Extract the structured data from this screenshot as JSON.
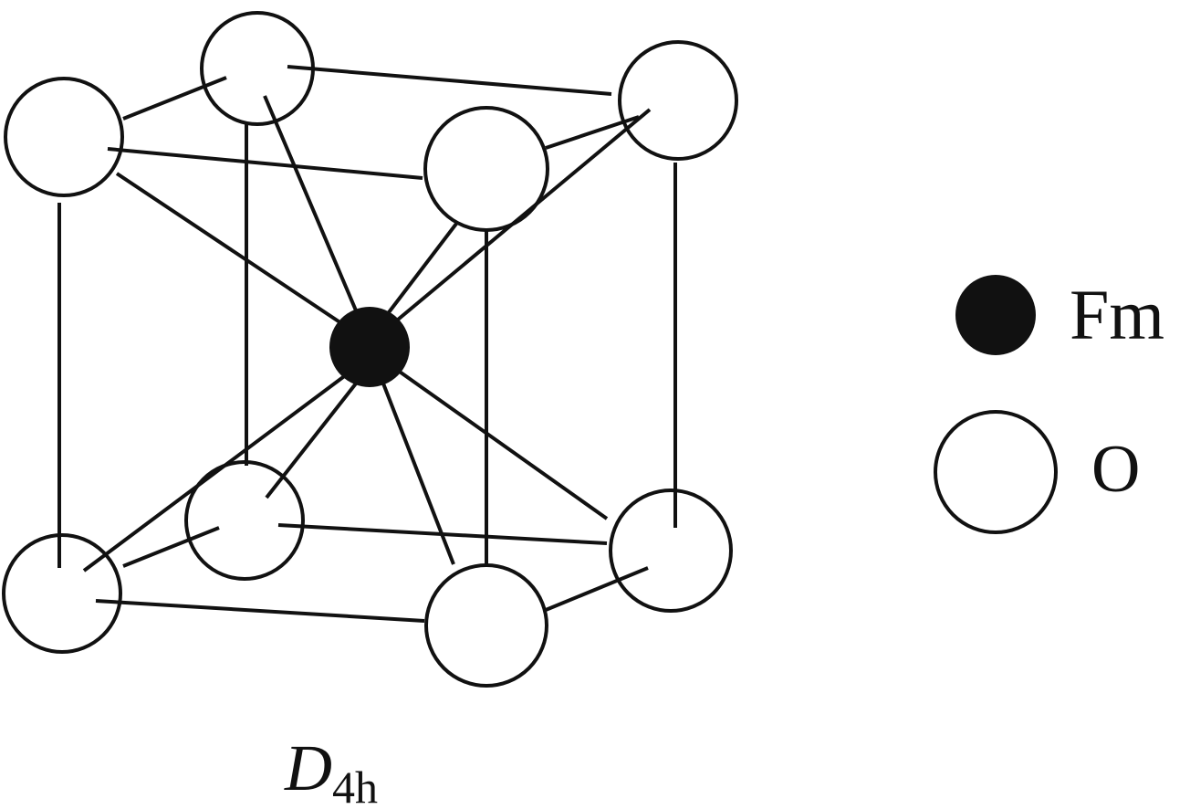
{
  "legend": {
    "filled": {
      "label": "Fm",
      "color": "#111111"
    },
    "open": {
      "label": "O",
      "color": "#ffffff"
    }
  },
  "symmetry": {
    "main": "D",
    "sub": "4h"
  }
}
